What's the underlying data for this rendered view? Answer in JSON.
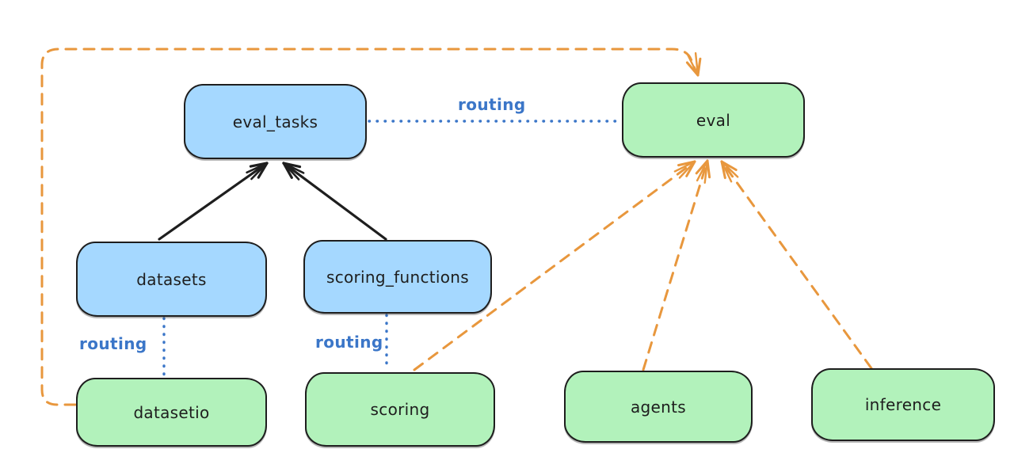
{
  "diagram": {
    "type": "flow-diagram",
    "background": "#ffffff",
    "colors": {
      "background": "#ffffff",
      "node_stroke": "#1e1e1e",
      "text": "#1e1e1e",
      "api_fill": "#a5d8ff",
      "provider_fill": "#b2f2bb",
      "routing_blue": "#3b76c8",
      "orange": "#e8973d",
      "black": "#1e1e1e"
    },
    "nodes": [
      {
        "id": "eval_tasks",
        "label": "eval_tasks",
        "fill": "#a5d8ff"
      },
      {
        "id": "eval",
        "label": "eval",
        "fill": "#b2f2bb"
      },
      {
        "id": "datasets",
        "label": "datasets",
        "fill": "#a5d8ff"
      },
      {
        "id": "scoring_functions",
        "label": "scoring_functions",
        "fill": "#a5d8ff"
      },
      {
        "id": "datasetio",
        "label": "datasetio",
        "fill": "#b2f2bb"
      },
      {
        "id": "scoring",
        "label": "scoring",
        "fill": "#b2f2bb"
      },
      {
        "id": "agents",
        "label": "agents",
        "fill": "#b2f2bb"
      },
      {
        "id": "inference",
        "label": "inference",
        "fill": "#b2f2bb"
      }
    ],
    "edges": [
      {
        "from": "datasets",
        "to": "eval_tasks",
        "style": "solid",
        "arrow": true,
        "color": "#1e1e1e",
        "label": ""
      },
      {
        "from": "scoring_functions",
        "to": "eval_tasks",
        "style": "solid",
        "arrow": true,
        "color": "#1e1e1e",
        "label": ""
      },
      {
        "from": "eval_tasks",
        "to": "eval",
        "style": "dotted",
        "arrow": false,
        "color": "#3b76c8",
        "label": "routing"
      },
      {
        "from": "datasets",
        "to": "datasetio",
        "style": "dotted",
        "arrow": false,
        "color": "#3b76c8",
        "label": "routing"
      },
      {
        "from": "scoring_functions",
        "to": "scoring",
        "style": "dotted",
        "arrow": false,
        "color": "#3b76c8",
        "label": "routing"
      },
      {
        "from": "datasetio",
        "to": "eval",
        "style": "dashed",
        "arrow": true,
        "color": "#e8973d",
        "label": ""
      },
      {
        "from": "scoring",
        "to": "eval",
        "style": "dashed",
        "arrow": true,
        "color": "#e8973d",
        "label": ""
      },
      {
        "from": "agents",
        "to": "eval",
        "style": "dashed",
        "arrow": true,
        "color": "#e8973d",
        "label": ""
      },
      {
        "from": "inference",
        "to": "eval",
        "style": "dashed",
        "arrow": true,
        "color": "#e8973d",
        "label": ""
      }
    ]
  }
}
